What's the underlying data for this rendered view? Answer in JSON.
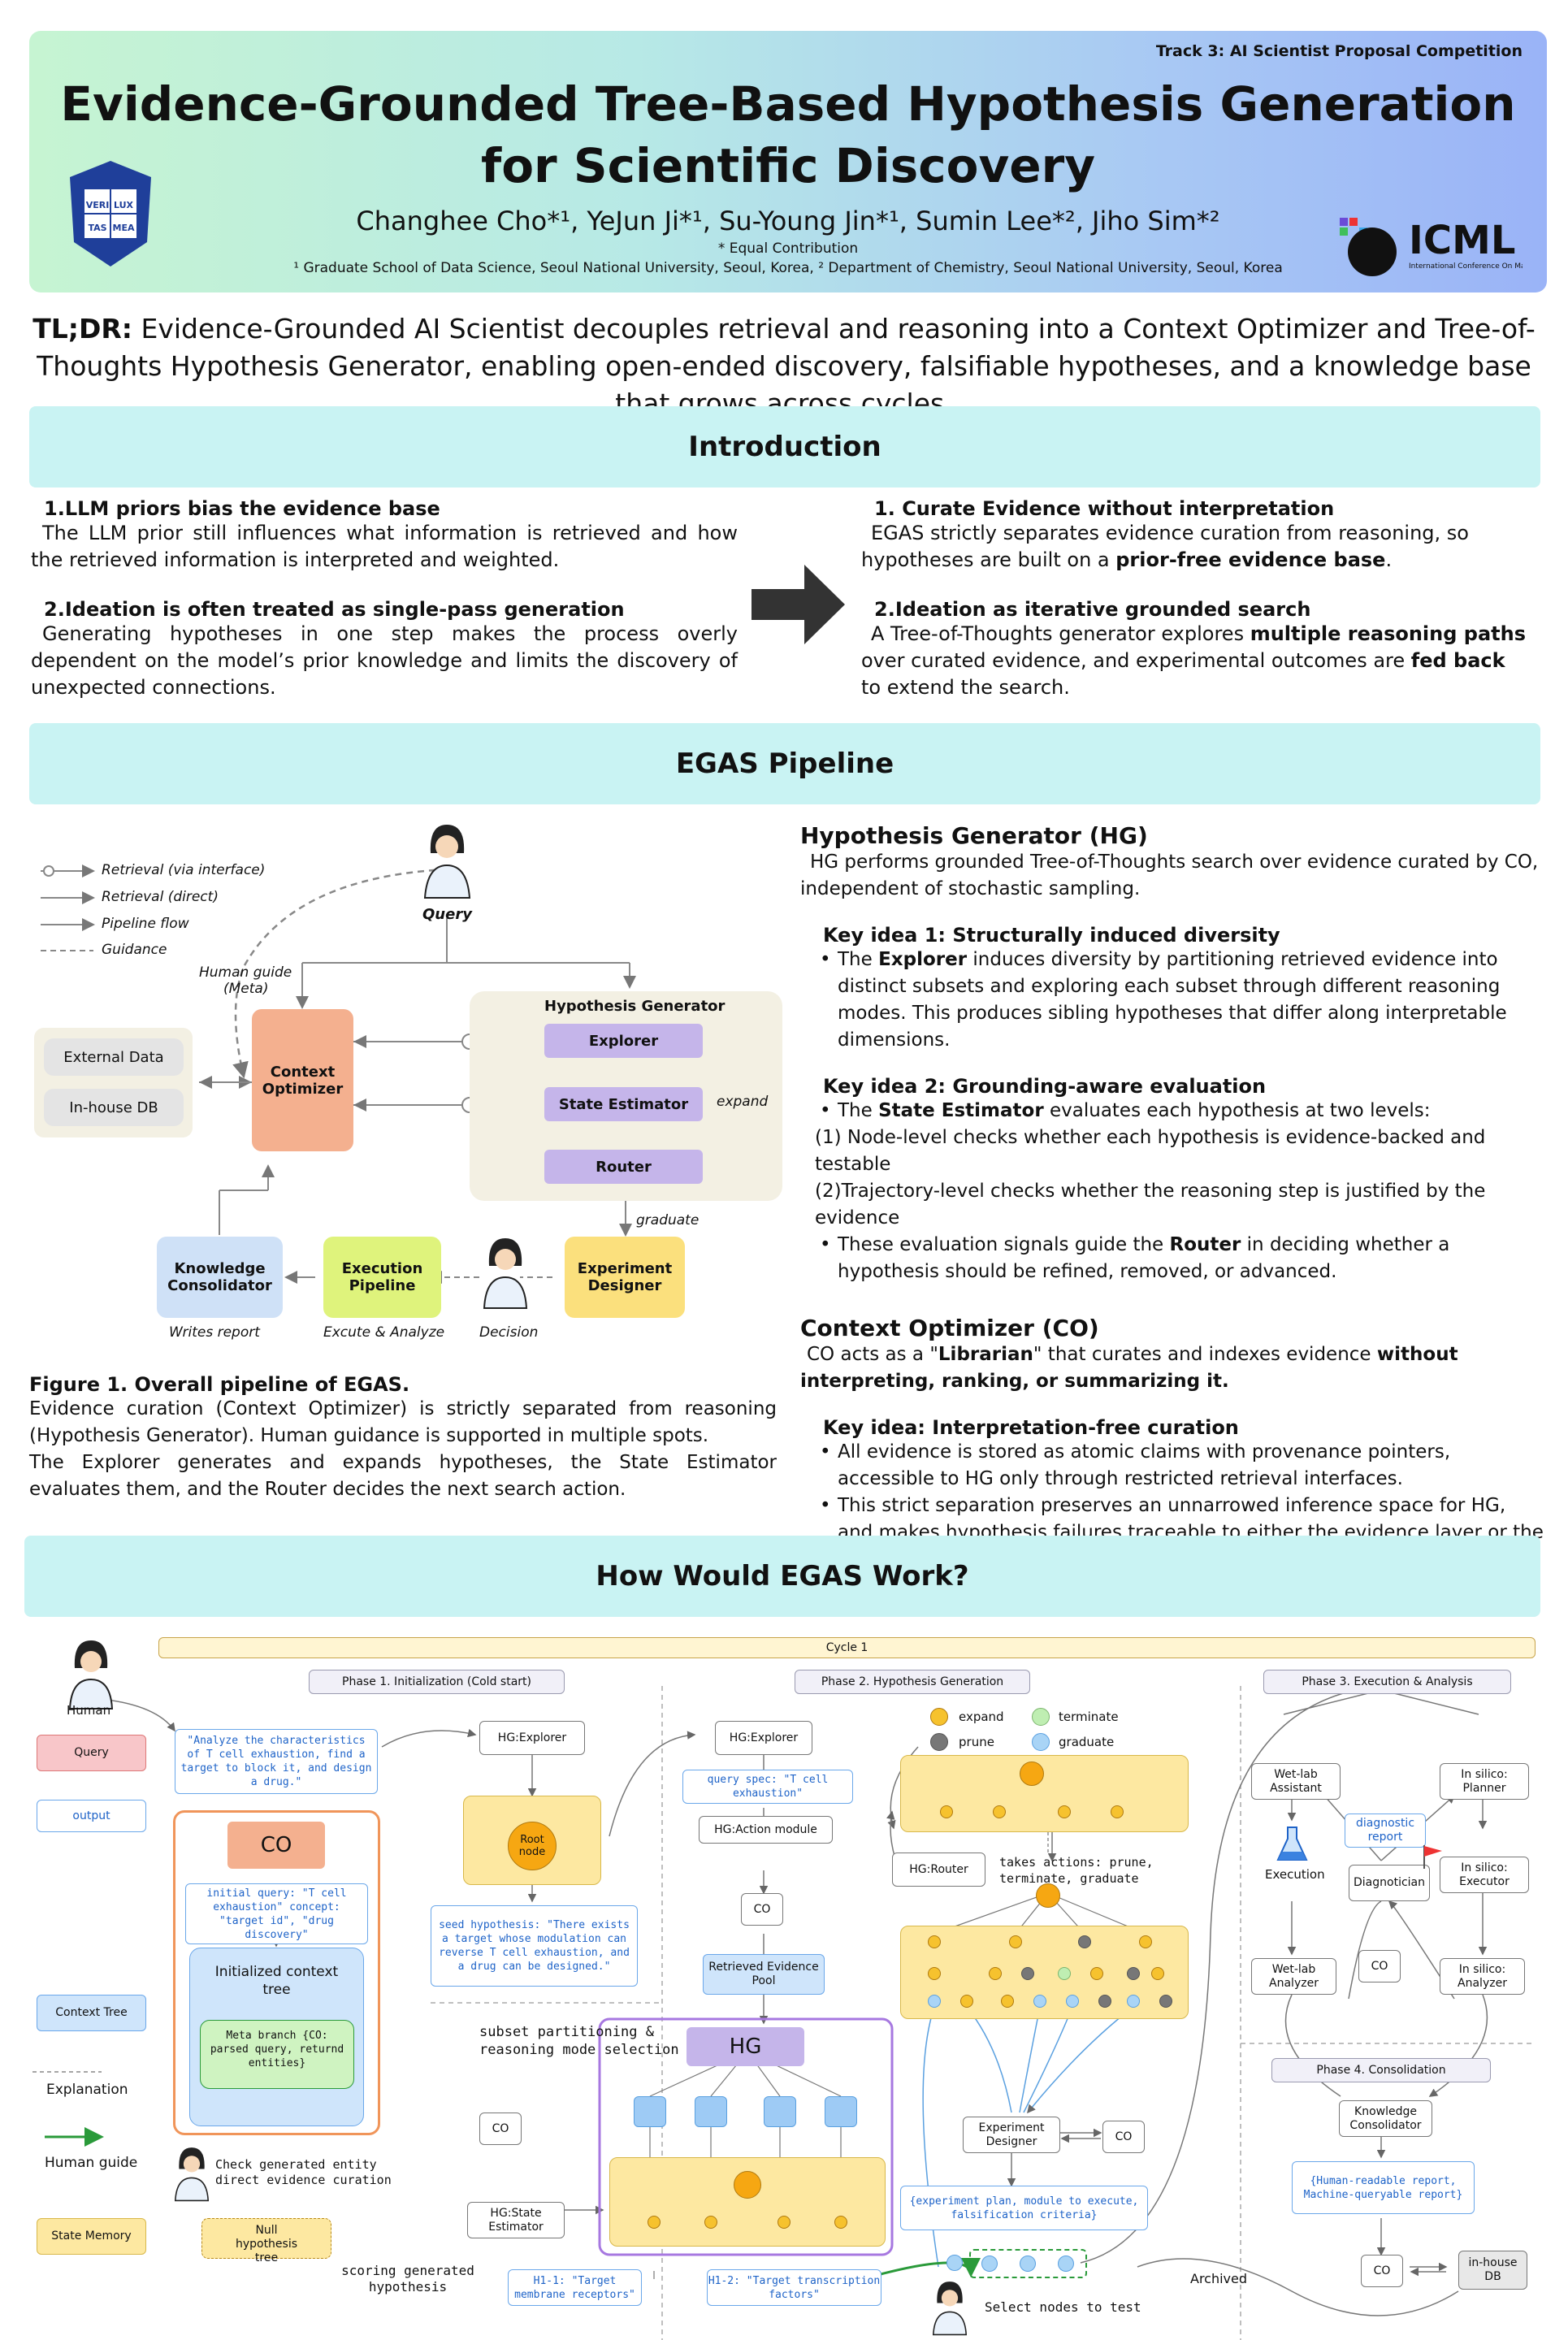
{
  "header": {
    "track": "Track 3: AI Scientist Proposal Competition",
    "title_line1": "Evidence-Grounded Tree-Based Hypothesis Generation",
    "title_line2": "for Scientific Discovery",
    "authors": "Changhee Cho*¹, YeJun Ji*¹, Su-Young Jin*¹, Sumin Lee*², Jiho Sim*²",
    "equal": "* Equal Contribution",
    "affiliations": "¹ Graduate School of Data Science, Seoul National University, Seoul, Korea, ² Department of Chemistry, Seoul National University, Seoul, Korea",
    "seal_text": [
      "VERI",
      "LUX",
      "TAS",
      "MEA"
    ],
    "icml_logo": "ICML",
    "icml_sub": "International Conference On Machine Learning"
  },
  "tldr": {
    "label": "TL;DR:",
    "text": " Evidence-Grounded AI Scientist decouples retrieval and reasoning into a Context Optimizer and Tree-of-Thoughts Hypothesis Generator, enabling open-ended discovery, falsifiable hypotheses, and a knowledge base that grows across cycles."
  },
  "intro": {
    "band": "Introduction",
    "left": [
      {
        "num": "1.",
        "head": "LLM priors bias the evidence base",
        "body": "The LLM prior still influences what information is retrieved and how the retrieved information is interpreted and weighted."
      },
      {
        "num": "2.",
        "head": "Ideation is often treated as single-pass generation",
        "body": "Generating hypotheses in one step makes the process overly dependent on the model’s prior knowledge and limits the discovery of unexpected connections."
      }
    ],
    "right1_num": "1.",
    "right1_head": "Curate Evidence without interpretation",
    "right1_a": "EGAS strictly separates evidence curation from reasoning, so hypotheses are built on a ",
    "right1_b": "prior-free evidence base",
    "right1_c": ".",
    "right2_num": "2.",
    "right2_head": "Ideation as iterative grounded search",
    "right2_a": "A Tree-of-Thoughts generator explores ",
    "right2_b": "multiple reasoning paths",
    "right2_c": " over curated evidence, and experimental outcomes are ",
    "right2_d": "fed back",
    "right2_e": " to extend the search."
  },
  "pipeline": {
    "band": "EGAS Pipeline",
    "legend": [
      "Retrieval (via interface)",
      "Retrieval (direct)",
      "Pipeline flow",
      "Guidance"
    ],
    "query": "Query",
    "human_guide": "Human guide",
    "meta": "(Meta)",
    "external_data": "External Data",
    "inhouse_db": "In-house DB",
    "context_optimizer": "Context Optimizer",
    "hg_title": "Hypothesis Generator",
    "explorer": "Explorer",
    "state_estimator": "State Estimator",
    "router": "Router",
    "expand": "expand",
    "graduate": "graduate",
    "knowledge_consolidator": "Knowledge Consolidator",
    "execution_pipeline": "Execution Pipeline",
    "experiment_designer": "Experiment Designer",
    "writes_report": "Writes report",
    "excute_analyze": "Excute & Analyze",
    "decision": "Decision",
    "fig_title": "Figure 1. Overall pipeline of EGAS.",
    "fig_caption1": "Evidence curation (Context Optimizer) is strictly separated from reasoning (Hypothesis Generator). Human guidance is supported in multiple spots.",
    "fig_caption2": "The Explorer generates and expands hypotheses, the State Estimator evaluates them, and the Router decides the next search action.",
    "hg_head": "Hypothesis Generator (HG)",
    "hg_desc": "HG performs grounded Tree-of-Thoughts search over evidence curated by CO, independent of stochastic sampling.",
    "k1_head": "Key idea 1: Structurally induced diversity",
    "k1_a": "The ",
    "k1_b": "Explorer",
    "k1_c": " induces diversity by partitioning retrieved evidence into distinct subsets and exploring each subset through different reasoning modes. This produces sibling hypotheses that differ along interpretable dimensions.",
    "k2_head": "Key idea 2: Grounding-aware evaluation",
    "k2_a": "The ",
    "k2_b": "State Estimator",
    "k2_c": " evaluates each hypothesis at two levels:",
    "k2_l1": "(1) Node-level checks whether each hypothesis is evidence-backed and testable",
    "k2_l2": "(2)Trajectory-level checks whether the reasoning step is justified by the evidence",
    "k2_d": "These evaluation signals guide the ",
    "k2_e": "Router",
    "k2_f": " in deciding whether a hypothesis should be refined, removed, or advanced.",
    "co_head": "Context Optimizer (CO)",
    "co_a": "CO acts as a \"",
    "co_b": "Librarian",
    "co_c": "\" that curates and indexes evidence ",
    "co_d": "without interpreting, ranking, or summarizing it.",
    "k3_head": "Key idea: Interpretation-free curation",
    "k3_1": "All evidence is stored as atomic claims with provenance pointers, accessible to HG only through restricted retrieval interfaces.",
    "k3_2": "This strict separation preserves an unnarrowed inference space for HG, and makes hypothesis failures traceable to either the evidence layer or the reasoning layer."
  },
  "how": {
    "band": "How Would EGAS Work?",
    "cycle": "Cycle 1",
    "human": "Human",
    "legend_query": "Query",
    "legend_output": "output",
    "legend_context_tree": "Context Tree",
    "legend_explanation": "Explanation",
    "legend_human_guide": "Human guide",
    "legend_state_memory": "State Memory",
    "phase1": "Phase 1. Initialization (Cold start)",
    "phase2": "Phase 2. Hypothesis Generation",
    "phase3": "Phase 3. Execution & Analysis",
    "phase4": "Phase 4. Consolidation",
    "query_text": "\"Analyze the characteristics of T cell exhaustion, find a target to block it, and design a drug.\"",
    "co": "CO",
    "initial_query": "initial query: \"T cell exhaustion\" concept: \"target id\", \"drug discovery\"",
    "init_tree": "Initialized context tree",
    "meta_branch": "Meta branch {CO: parsed query, returnd entities}",
    "check_entity": "Check generated entity direct evidence curation",
    "null_tree": "Null hypothesis tree",
    "hg_explorer": "HG:Explorer",
    "root_node": "Root node",
    "seed_hyp": "seed hypothesis: \"There exists a target whose modulation can reverse T cell exhaustion, and a drug can be designed.\"",
    "subset_part": "subset partitioning & reasoning mode selection",
    "hg_state_estimator": "HG:State Estimator",
    "scoring": "scoring generated hypothesis",
    "hg_explorer2": "HG:Explorer",
    "query_spec": "query spec: \"T cell exhaustion\"",
    "action_module": "HG:Action module",
    "retrieved_pool": "Retrieved Evidence Pool",
    "hg": "HG",
    "h1": "H1-1: \"Target membrane receptors\"",
    "h2": "H1-2: \"Target transcription factors\"",
    "legend_expand": "expand",
    "legend_terminate": "terminate",
    "legend_prune": "prune",
    "legend_graduate": "graduate",
    "hg_router": "HG:Router",
    "takes_actions": "takes actions: prune, terminate, graduate",
    "exp_designer": "Experiment Designer",
    "exp_plan": "{experiment plan, module to execute, falsification criteria}",
    "select_nodes": "Select nodes to test",
    "archived": "Archived",
    "wetlab_assistant": "Wet-lab Assistant",
    "insilico_planner": "In silico: Planner",
    "diagnostic_report": "diagnostic report",
    "diagnostician": "Diagnotician",
    "execution": "Execution",
    "insilico_executor": "In silico: Executor",
    "wetlab_analyzer": "Wet-lab Analyzer",
    "insilico_analyzer": "In silico: Analyzer",
    "knowledge_consolidator": "Knowledge Consolidator",
    "report": "{Human-readable report, Machine-queryable report}",
    "inhouse_db": "in-house DB"
  },
  "colors": {
    "co_orange": "#f4b08f",
    "hg_purple": "#c5b5ea",
    "kc_blue": "#cfe1f7",
    "exec_green": "#dff37c",
    "designer_yellow": "#fbe07d",
    "band_cyan": "#c9f3f3"
  }
}
